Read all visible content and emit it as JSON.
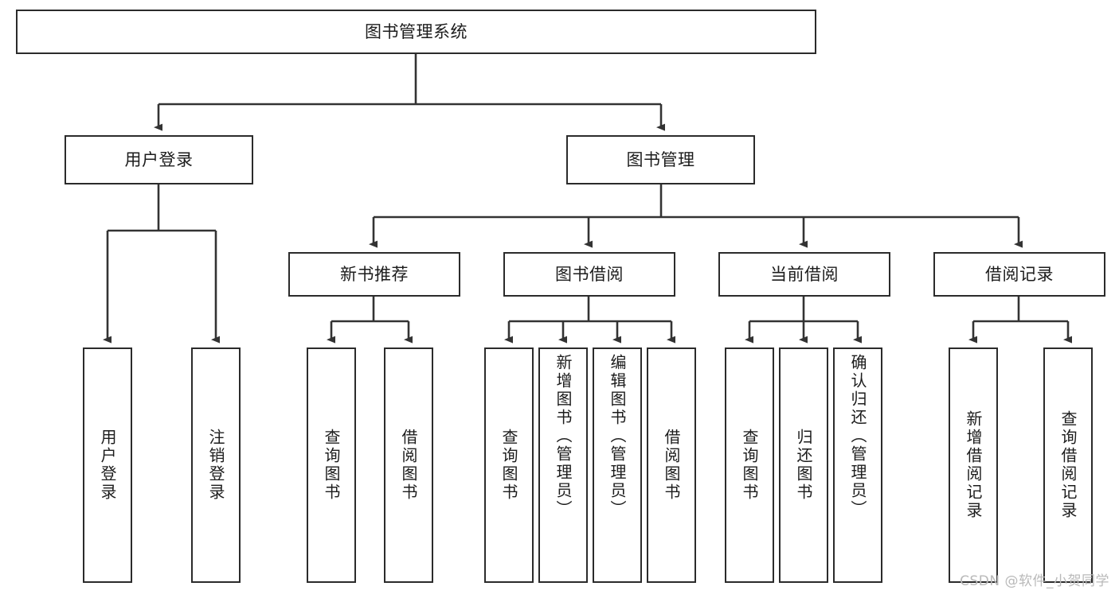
{
  "diagram": {
    "title": "图书管理系统",
    "type": "tree-hierarchy-chart",
    "watermark": "CSDN @软件_小贺同学",
    "colors": {
      "box_border": "#2b2b2b",
      "box_fill": "#ffffff",
      "edge": "#333333",
      "text": "#1c1c1c",
      "watermark": "#b9b9b9"
    }
  },
  "nodes": {
    "root": {
      "label": "图书管理系统"
    },
    "level1": [
      {
        "label": "用户登录"
      },
      {
        "label": "图书管理"
      }
    ],
    "level2": [
      {
        "label": "新书推荐"
      },
      {
        "label": "图书借阅"
      },
      {
        "label": "当前借阅"
      },
      {
        "label": "借阅记录"
      }
    ],
    "leaves_user_login": [
      {
        "label": "用户登录"
      },
      {
        "label": "注销登录"
      }
    ],
    "leaves_new_book": [
      {
        "label": "查询图书"
      },
      {
        "label": "借阅图书"
      }
    ],
    "leaves_borrow": [
      {
        "label": "查询图书"
      },
      {
        "label": "新增图书（管理员）"
      },
      {
        "label": "编辑图书（管理员）"
      },
      {
        "label": "借阅图书"
      }
    ],
    "leaves_current": [
      {
        "label": "查询图书"
      },
      {
        "label": "归还图书"
      },
      {
        "label": "确认归还（管理员）"
      }
    ],
    "leaves_records": [
      {
        "label": "新增借阅记录"
      },
      {
        "label": "查询借阅记录"
      }
    ]
  }
}
